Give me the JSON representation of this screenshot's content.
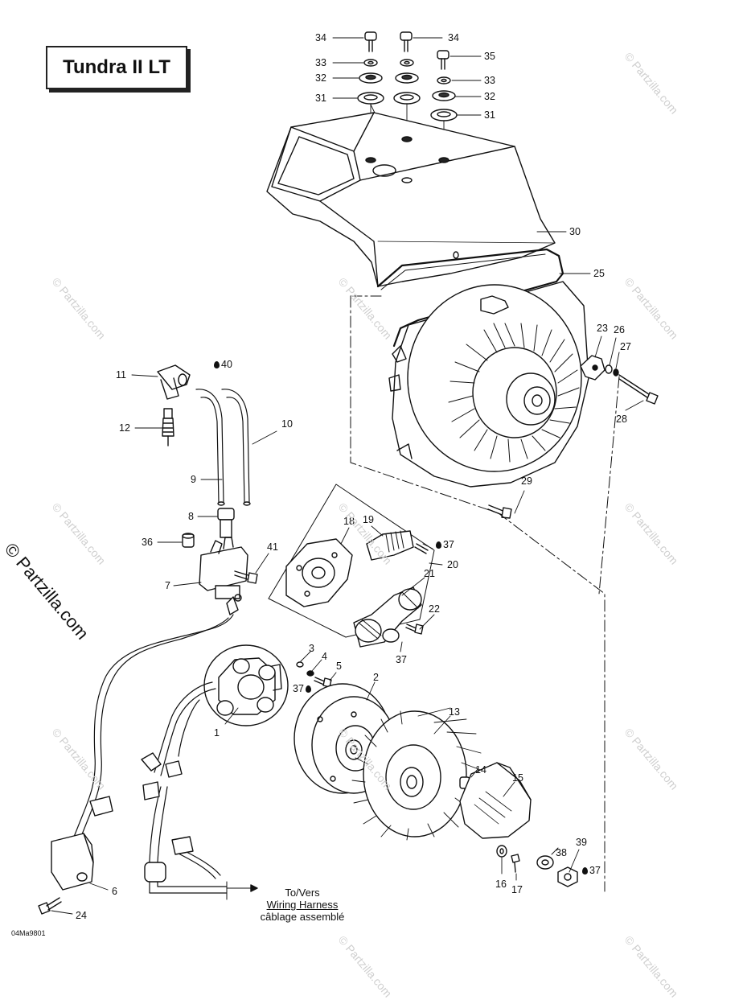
{
  "title": "Tundra II LT",
  "drawing_code": "04Ma9801",
  "watermark": "© Partzilla.com",
  "harness_note": {
    "line1": "To/Vers",
    "line2": "Wiring Harness",
    "line3": "câblage assemblé"
  },
  "callouts": [
    {
      "id": "c34a",
      "text": "34",
      "drop": false
    },
    {
      "id": "c34b",
      "text": "34",
      "drop": false
    },
    {
      "id": "c35",
      "text": "35",
      "drop": false
    },
    {
      "id": "c33a",
      "text": "33",
      "drop": false
    },
    {
      "id": "c33b",
      "text": "33",
      "drop": false
    },
    {
      "id": "c32a",
      "text": "32",
      "drop": false
    },
    {
      "id": "c32b",
      "text": "32",
      "drop": false
    },
    {
      "id": "c31a",
      "text": "31",
      "drop": false
    },
    {
      "id": "c31b",
      "text": "31",
      "drop": false
    },
    {
      "id": "c30",
      "text": "30",
      "drop": false
    },
    {
      "id": "c25",
      "text": "25",
      "drop": false
    },
    {
      "id": "c23",
      "text": "23",
      "drop": false
    },
    {
      "id": "c26",
      "text": "26",
      "drop": false
    },
    {
      "id": "c27",
      "text": "27",
      "drop": false
    },
    {
      "id": "c28",
      "text": "28",
      "drop": false
    },
    {
      "id": "c29",
      "text": "29",
      "drop": false
    },
    {
      "id": "c11",
      "text": "11",
      "drop": false
    },
    {
      "id": "c40",
      "text": "40",
      "drop": true
    },
    {
      "id": "c12",
      "text": "12",
      "drop": false
    },
    {
      "id": "c10",
      "text": "10",
      "drop": false
    },
    {
      "id": "c9",
      "text": "9",
      "drop": false
    },
    {
      "id": "c8",
      "text": "8",
      "drop": false
    },
    {
      "id": "c36",
      "text": "36",
      "drop": false
    },
    {
      "id": "c41",
      "text": "41",
      "drop": false
    },
    {
      "id": "c7",
      "text": "7",
      "drop": false
    },
    {
      "id": "c18",
      "text": "18",
      "drop": false
    },
    {
      "id": "c19",
      "text": "19",
      "drop": false
    },
    {
      "id": "c37a",
      "text": "37",
      "drop": true
    },
    {
      "id": "c20",
      "text": "20",
      "drop": false
    },
    {
      "id": "c21",
      "text": "21",
      "drop": false
    },
    {
      "id": "c22",
      "text": "22",
      "drop": false
    },
    {
      "id": "c37b",
      "text": "37",
      "drop": false
    },
    {
      "id": "c3",
      "text": "3",
      "drop": false
    },
    {
      "id": "c4",
      "text": "4",
      "drop": false
    },
    {
      "id": "c5",
      "text": "5",
      "drop": false
    },
    {
      "id": "c37c",
      "text": "37",
      "drop": true
    },
    {
      "id": "c2",
      "text": "2",
      "drop": false
    },
    {
      "id": "c1",
      "text": "1",
      "drop": false
    },
    {
      "id": "c13",
      "text": "13",
      "drop": false
    },
    {
      "id": "c14",
      "text": "14",
      "drop": false
    },
    {
      "id": "c15",
      "text": "15",
      "drop": false
    },
    {
      "id": "c38",
      "text": "38",
      "drop": false
    },
    {
      "id": "c39",
      "text": "39",
      "drop": false
    },
    {
      "id": "c37d",
      "text": "37",
      "drop": true
    },
    {
      "id": "c16",
      "text": "16",
      "drop": false
    },
    {
      "id": "c17",
      "text": "17",
      "drop": false
    },
    {
      "id": "c6",
      "text": "6",
      "drop": false
    },
    {
      "id": "c24",
      "text": "24",
      "drop": false
    }
  ]
}
